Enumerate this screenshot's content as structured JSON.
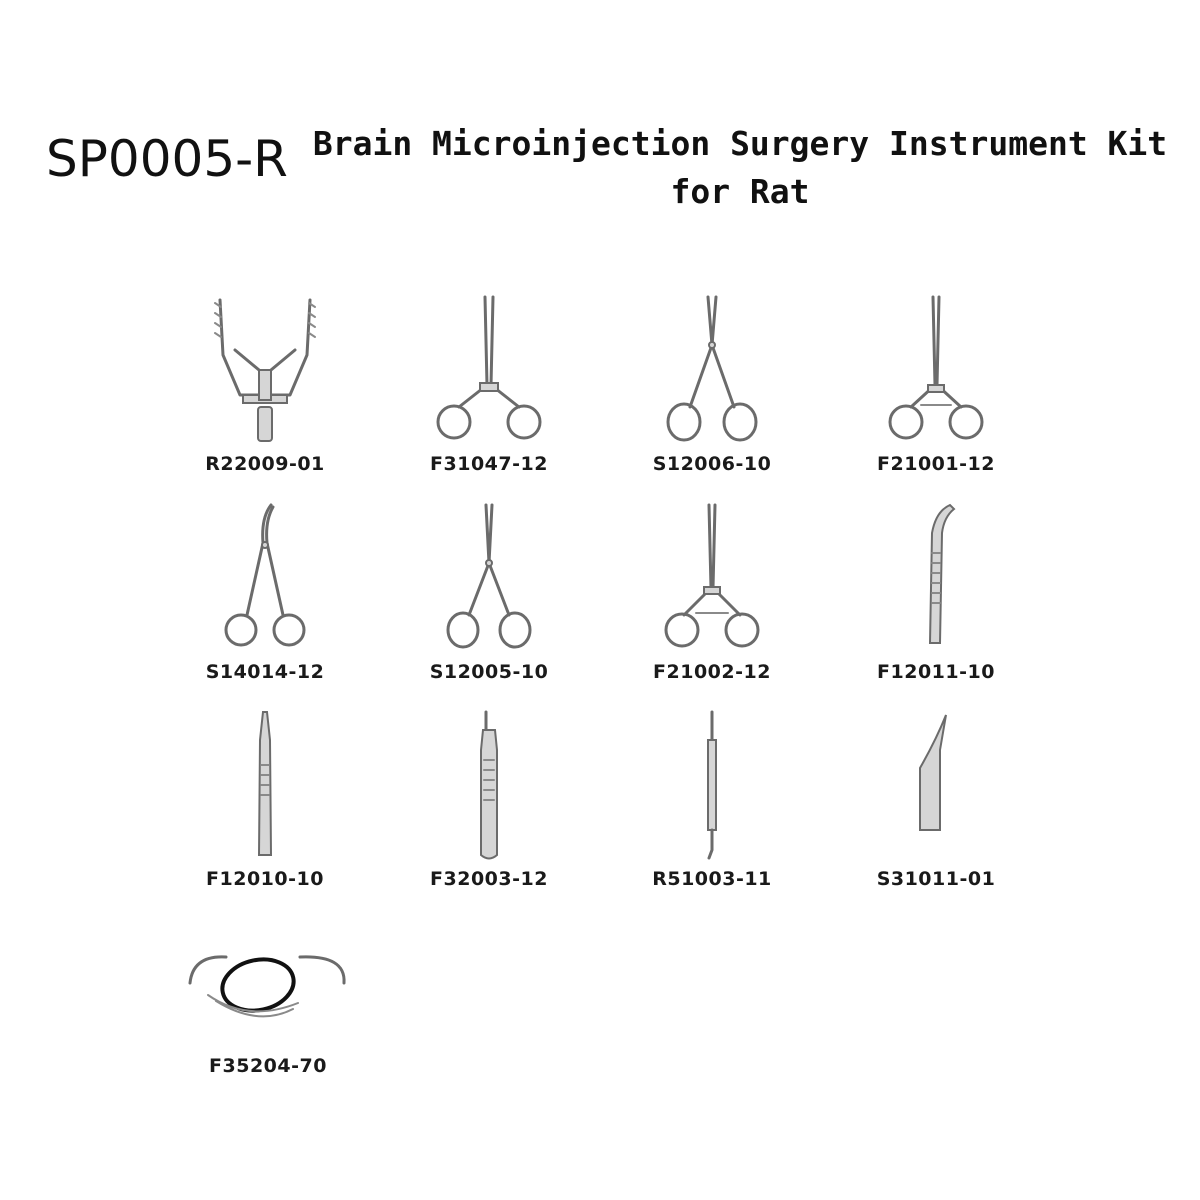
{
  "header": {
    "sku": "SP0005-R",
    "title": "Brain Microinjection Surgery Instrument Kit for Rat"
  },
  "items": [
    {
      "code": "R22009-01",
      "icon": "retractor-icon"
    },
    {
      "code": "F31047-12",
      "icon": "needle-holder-icon"
    },
    {
      "code": "S12006-10",
      "icon": "scissors-icon"
    },
    {
      "code": "F21001-12",
      "icon": "hemostatic-forceps-icon"
    },
    {
      "code": "S14014-12",
      "icon": "curved-scissors-icon"
    },
    {
      "code": "S12005-10",
      "icon": "scissors-icon"
    },
    {
      "code": "F21002-12",
      "icon": "hemostatic-forceps-icon"
    },
    {
      "code": "F12011-10",
      "icon": "curved-forceps-icon"
    },
    {
      "code": "F12010-10",
      "icon": "tweezers-icon"
    },
    {
      "code": "F32003-12",
      "icon": "scalpel-handle-icon"
    },
    {
      "code": "R51003-11",
      "icon": "probe-icon"
    },
    {
      "code": "S31011-01",
      "icon": "scalpel-blade-icon"
    },
    {
      "code": "F35204-70",
      "icon": "suture-icon"
    }
  ]
}
